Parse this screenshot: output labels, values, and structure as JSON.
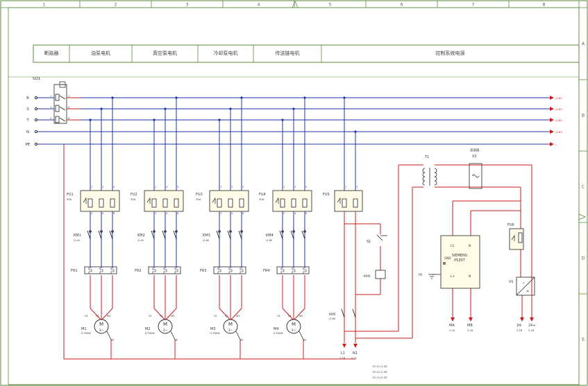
{
  "grid_columns": [
    "1",
    "2",
    "3",
    "4",
    "5",
    "6",
    "7",
    "8"
  ],
  "grid_rows": [
    "A",
    "B",
    "C",
    "D",
    "E"
  ],
  "sections": [
    "断路器",
    "油泵电机",
    "真空泵电机",
    "冷却泵电机",
    "传送链电机",
    "控制系统电源"
  ],
  "main_switch": "SQ1",
  "buses": [
    {
      "label": "R",
      "ref": "/1.85"
    },
    {
      "label": "S",
      "ref": "/1.85"
    },
    {
      "label": "T",
      "ref": "/1.85"
    },
    {
      "label": "N",
      "ref": "/1.85"
    },
    {
      "label": "PE",
      "ref": "/"
    }
  ],
  "motor_groups": [
    {
      "fuse": "FU1",
      "fuse_rating": "30A",
      "contactor": "KM1",
      "contactor_ref": "/2.42",
      "relay": "FR1",
      "motor": "M1",
      "motor_power": "0.55kW"
    },
    {
      "fuse": "FU2",
      "fuse_rating": "30A",
      "contactor": "KM2",
      "contactor_ref": "/2.42",
      "relay": "FR2",
      "motor": "M2",
      "motor_power": "0.55kW"
    },
    {
      "fuse": "FU3",
      "fuse_rating": "30A",
      "contactor": "KM3",
      "contactor_ref": "/2.60",
      "relay": "FR3",
      "motor": "M3",
      "motor_power": "0.55kW"
    },
    {
      "fuse": "FU4",
      "fuse_rating": "30A",
      "contactor": "KM4",
      "contactor_ref": "/2.60",
      "relay": "FR4",
      "motor": "M4",
      "motor_power": "0.55kW"
    }
  ],
  "motor_symbol": {
    "letter": "M",
    "phase": "3~"
  },
  "terminals": {
    "u": "U1",
    "v": "V1",
    "w": "W1",
    "pe": "PE"
  },
  "control": {
    "fuse": "FU5",
    "switch": "S1",
    "coil": "KM5",
    "contactor": "KM5",
    "contactor_ref": "/2.60",
    "out_l": "L1",
    "out_l_ref": "2.1B",
    "out_n": "N1",
    "out_n_ref": "2.1C",
    "transformer": "T1",
    "filter_title": "滤波器",
    "filter": "V2",
    "fuse6": "FU6",
    "supply_brand": "SIEMENS",
    "supply_model": "PS307",
    "supply_l1": "L1",
    "supply_n": "N",
    "supply_gnd": "GND",
    "supply_lplus": "L+",
    "supply_nout": "N",
    "supply_pe": "PE",
    "supply_out_a": "MA",
    "supply_out_a_ref": "2.1A",
    "supply_out_b": "MB",
    "supply_out_b_ref": "2.1B",
    "dc_unit": "V1",
    "dc_out_minus": "24-",
    "dc_out_minus_ref": "2.1B",
    "dc_out_plus": "24+",
    "dc_out_plus_ref": "2.1B"
  },
  "contact_refs": [
    "13 14 /1.5E",
    "13 14 /1.5E",
    "13 14 /1.5E"
  ],
  "colors": {
    "wire_blue": "#1f2fa8",
    "wire_red": "#c81e1e",
    "frame": "#5a8a3a",
    "text": "#333333",
    "fuse_fill": "#fffbe6"
  }
}
